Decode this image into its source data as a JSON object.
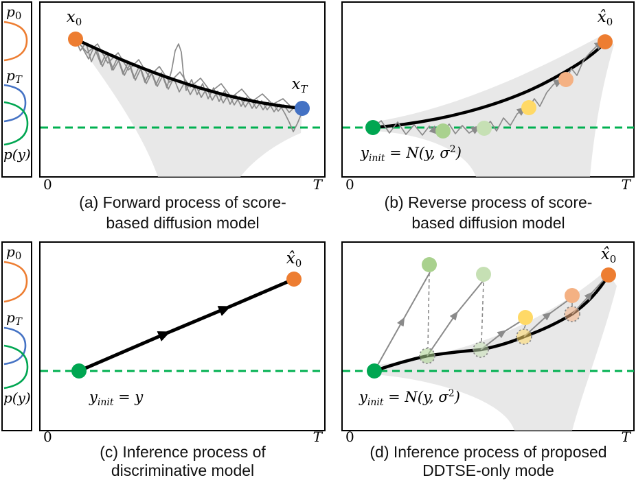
{
  "colors": {
    "orange": "#ED7D31",
    "blue": "#4472C4",
    "green": "#00A651",
    "light-green": "#A9D18E",
    "pale-green": "#C6E0B4",
    "yellow": "#FFD966",
    "pale-orange": "#F4B183",
    "traj-gray": "#8A8A8A",
    "shade-gray": "#DCDCDC",
    "dash-green": "#00B050"
  },
  "strip": {
    "p0_base": "p",
    "p0_sub": "0",
    "pT_base": "p",
    "pT_sub": "T",
    "py": "p(y)"
  },
  "panels": {
    "a": {
      "x0_base": "x",
      "x0_sub": "0",
      "xT_base": "x",
      "xT_sub": "T",
      "axis_origin": "0",
      "axis_end": "T",
      "caption_line1": "(a) Forward process of score-",
      "caption_line2": "based diffusion model"
    },
    "b": {
      "xhat_base": "x̂",
      "xhat_sub": "0",
      "init_base": "y",
      "init_sub": "init",
      "init_mid": " = N(y, σ",
      "init_sup": "2",
      "init_end": ")",
      "axis_origin": "0",
      "axis_end": "T",
      "caption_line1": "(b) Reverse process of score-",
      "caption_line2": "based diffusion model"
    },
    "c": {
      "xhat_base": "x̂",
      "xhat_sub": "0",
      "init_base": "y",
      "init_sub": "init",
      "init_mid": " = y",
      "axis_origin": "0",
      "axis_end": "T",
      "caption_line1": "(c) Inference process of",
      "caption_line2": "discriminative model"
    },
    "d": {
      "xhat_base": "x̂",
      "xhat_sub": "0",
      "init_base": "y",
      "init_sub": "init",
      "init_mid": " = N(y, σ",
      "init_sup": "2",
      "init_end": ")",
      "axis_origin": "0",
      "axis_end": "T",
      "caption_line1": "(d) Inference process of proposed",
      "caption_line2": "DDTSE-only mode"
    }
  }
}
